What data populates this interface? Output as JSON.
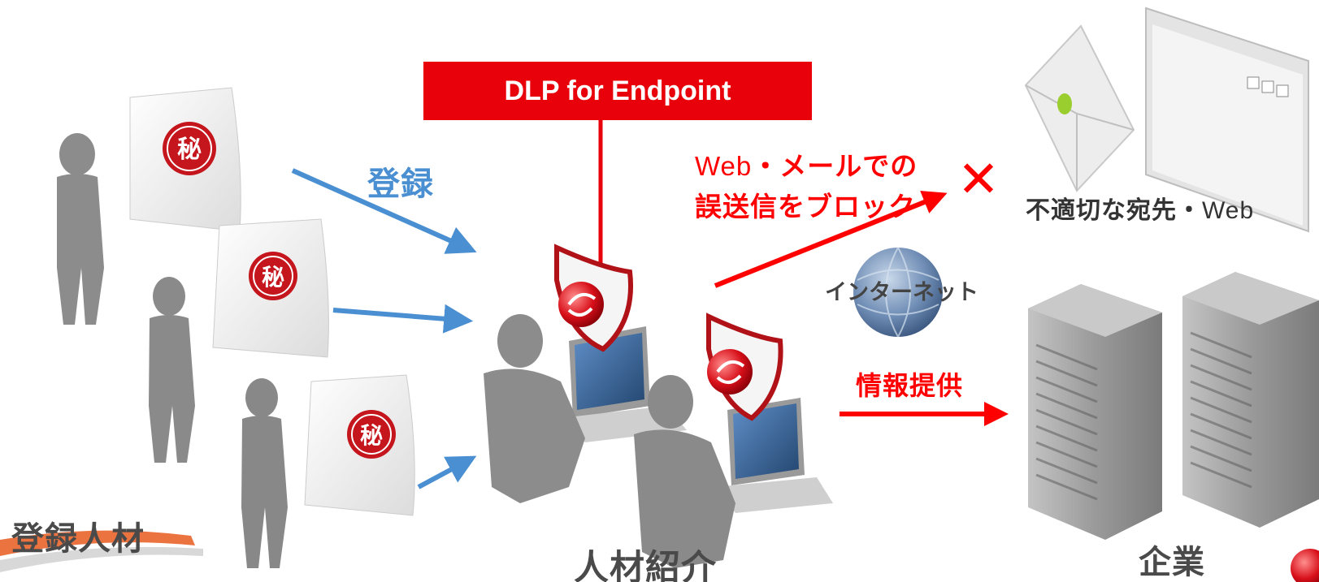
{
  "dlp_label": "DLP for Endpoint",
  "register_label": "登録",
  "block_label": {
    "line1_web": "Web",
    "line1_rest": "・メールでの",
    "line2": "誤送信をブロック"
  },
  "inappropriate_label": {
    "text": "不適切な宛先・",
    "web": "Web"
  },
  "internet_label": "インターネット",
  "info_label": "情報提供",
  "candidates_label": "登録人材",
  "agency_label": "人材紹介",
  "company_label": "企業",
  "secret_mark": "秘",
  "block_mark": "✕",
  "colors": {
    "accent_red": "#e8000b",
    "arrow_blue": "#4a8fd1",
    "silhouette_gray": "#8c8c8c"
  }
}
